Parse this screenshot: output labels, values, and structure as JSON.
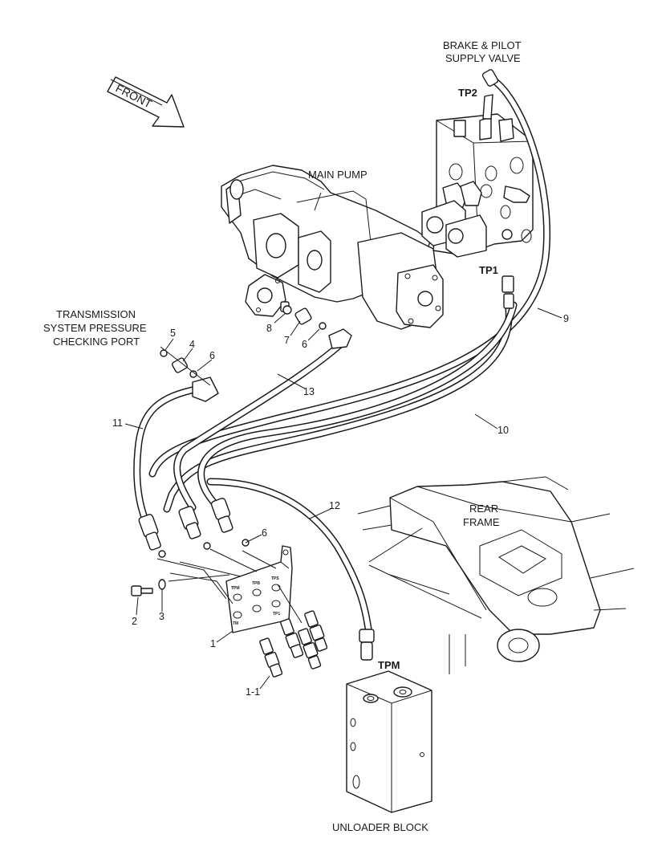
{
  "labels": {
    "brake_pilot_line1": "BRAKE & PILOT",
    "brake_pilot_line2": "SUPPLY VALVE",
    "main_pump": "MAIN PUMP",
    "transmission_line1": "TRANSMISSION",
    "transmission_line2": "SYSTEM PRESSURE",
    "transmission_line3": "CHECKING PORT",
    "rear_frame_line1": "REAR",
    "rear_frame_line2": "FRAME",
    "unloader_block": "UNLOADER BLOCK",
    "front_arrow": "FRONT"
  },
  "test_points": {
    "tp1": "TP1",
    "tp2": "TP2",
    "tpm": "TPM"
  },
  "bracket_port_labels": {
    "tpm": "TPM",
    "tpb": "TPB",
    "tps": "TPS",
    "tm": "TM",
    "tp1": "TP1"
  },
  "callouts": {
    "c1": "1",
    "c1_1": "1-1",
    "c2": "2",
    "c3": "3",
    "c4": "4",
    "c5": "5",
    "c6_a": "6",
    "c6_b": "6",
    "c6_c": "6",
    "c7": "7",
    "c8": "8",
    "c9": "9",
    "c10": "10",
    "c11": "11",
    "c12": "12",
    "c13": "13"
  }
}
